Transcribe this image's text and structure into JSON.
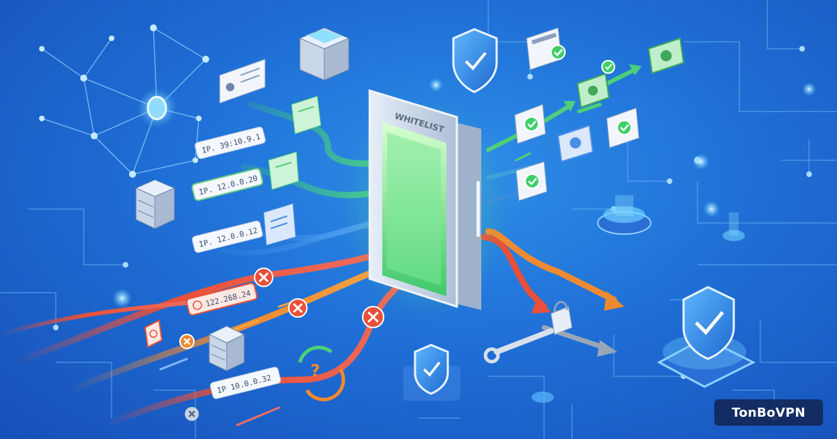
{
  "brand": {
    "name": "TonBoVPN"
  },
  "gateway": {
    "label": "WHITELIST"
  },
  "ip_tags": {
    "allowed": [
      "IP. 39:10.9.1",
      "IP. 12.0.0.20",
      "IP. 12.0.0.12"
    ],
    "blocked": [
      "122.268.24",
      "IP 10.0.0.32"
    ]
  },
  "colors": {
    "background": "#1f6fd6",
    "allowed_flow": "#3fcf6a",
    "trusted_flow": "#3b8fe8",
    "blocked_flow": "#e8503a",
    "warning_flow": "#f08a30",
    "gateway_glow": "#5de07a",
    "shield": "#2a86e6"
  },
  "icons": [
    "shield-check-icon",
    "server-icon",
    "card-check-icon",
    "money-check-icon",
    "mail-check-icon",
    "lock-icon",
    "wrench-icon",
    "question-icon",
    "x-mark-icon",
    "network-node-icon"
  ]
}
